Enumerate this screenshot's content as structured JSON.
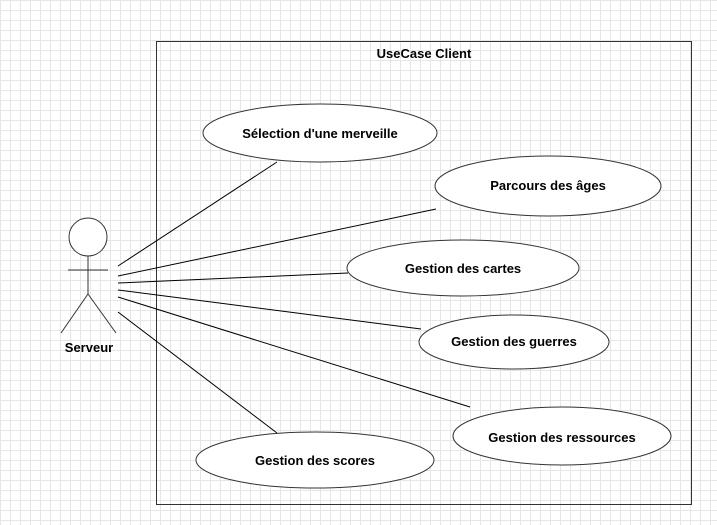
{
  "system": {
    "title": "UseCase Client"
  },
  "actor": {
    "name": "Serveur"
  },
  "use_cases": [
    {
      "id": "uc1",
      "label": "Sélection d'une merveille"
    },
    {
      "id": "uc2",
      "label": "Parcours des âges"
    },
    {
      "id": "uc3",
      "label": "Gestion des cartes"
    },
    {
      "id": "uc4",
      "label": "Gestion des guerres"
    },
    {
      "id": "uc5",
      "label": "Gestion des ressources"
    },
    {
      "id": "uc6",
      "label": "Gestion des scores"
    }
  ],
  "colors": {
    "stroke": "#333333",
    "ellipse_fill": "#ffffff",
    "grid": "#e6e6e6"
  }
}
